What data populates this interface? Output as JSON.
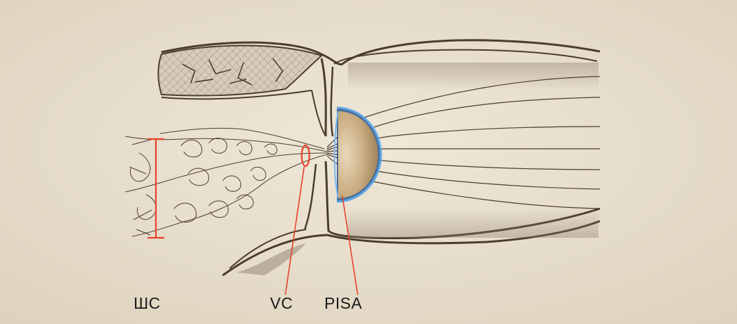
{
  "labels": {
    "jet_width": "ШС",
    "vena_contracta": "VC",
    "pisa": "PISA"
  },
  "colors": {
    "paper": "#ece3d2",
    "ink": "#4a3c30",
    "annotation": "#e8412a",
    "pisa_shell": "#4a86c8"
  }
}
